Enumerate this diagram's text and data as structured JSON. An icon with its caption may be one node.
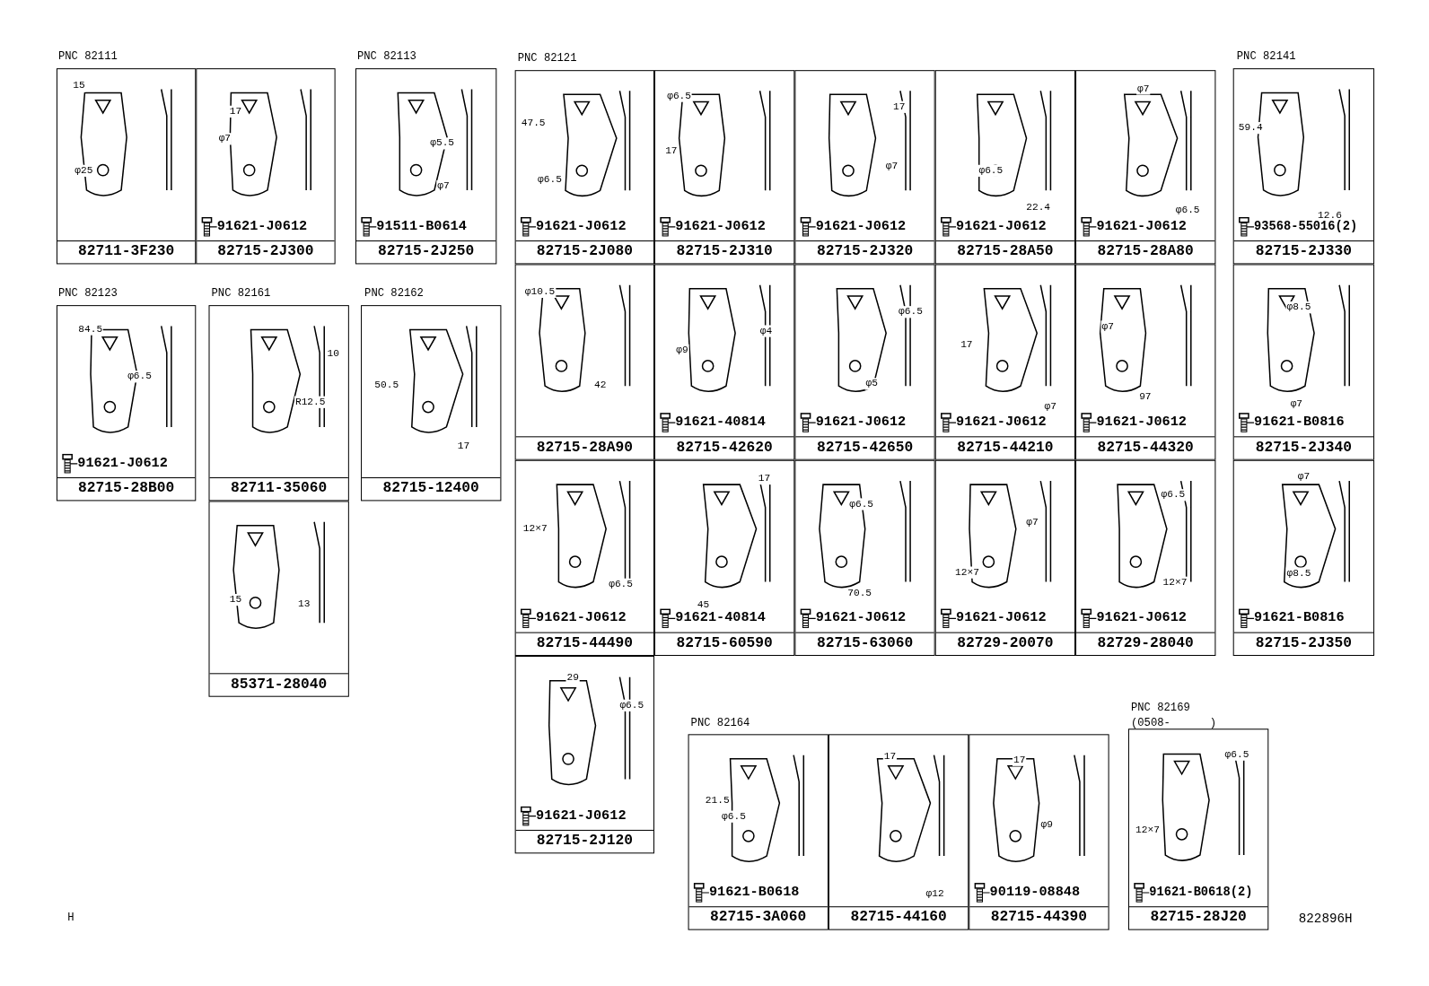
{
  "diagram": {
    "nodes": [
      {
        "text": [
          "15",
          "φ25",
          "82711-3F230"
        ]
      },
      {
        "text": [
          "17",
          "φ7",
          "91621-J0612",
          "82715-2J300"
        ]
      },
      {
        "text": [
          "φ5.5",
          "φ7",
          "91511-B0614",
          "82715-2J250"
        ]
      },
      {
        "text": [
          "47.5",
          "φ6.5",
          "91621-J0612",
          "82715-2J080"
        ]
      },
      {
        "text": [
          "φ6.5",
          "17",
          "91621-J0612",
          "82715-2J310"
        ]
      },
      {
        "text": [
          "17",
          "φ7",
          "91621-J0612",
          "82715-2J320"
        ]
      },
      {
        "text": [
          "φ6.5",
          "22.4",
          "91621-J0612",
          "82715-28A50"
        ]
      },
      {
        "text": [
          "φ7",
          "φ6.5",
          "91621-J0612",
          "82715-28A80"
        ]
      },
      {
        "text": [
          "59.4",
          "12.6",
          "93568-55016(2)",
          "82715-2J330"
        ]
      },
      {
        "text": [
          "84.5",
          "φ6.5",
          "91621-J0612",
          "82715-28B00"
        ]
      },
      {
        "text": [
          "10",
          "R12.5",
          "82711-35060"
        ]
      },
      {
        "text": [
          "50.5",
          "17",
          "82715-12400"
        ]
      },
      {
        "text": [
          "φ10.5",
          "42",
          "82715-28A90"
        ]
      },
      {
        "text": [
          "φ4",
          "φ9",
          "91621-40814",
          "82715-42620"
        ]
      },
      {
        "text": [
          "φ6.5",
          "φ5",
          "91621-J0612",
          "82715-42650"
        ]
      },
      {
        "text": [
          "17",
          "φ7",
          "91621-J0612",
          "82715-44210"
        ]
      },
      {
        "text": [
          "φ7",
          "97",
          "91621-J0612",
          "82715-44320"
        ]
      },
      {
        "text": [
          "φ8.5",
          "φ7",
          "91621-B0816",
          "82715-2J340"
        ]
      },
      {
        "text": [
          "12×7",
          "φ6.5",
          "91621-J0612",
          "82715-44490"
        ]
      },
      {
        "text": [
          "17",
          "45",
          "91621-40814",
          "82715-60590"
        ]
      },
      {
        "text": [
          "φ6.5",
          "70.5",
          "91621-J0612",
          "82715-63060"
        ]
      },
      {
        "text": [
          "φ7",
          "12×7",
          "91621-J0612",
          "82729-20070"
        ]
      },
      {
        "text": [
          "φ6.5",
          "12×7",
          "91621-J0612",
          "82729-28040"
        ]
      },
      {
        "text": [
          "φ7",
          "φ8.5",
          "91621-B0816",
          "82715-2J350"
        ]
      },
      {
        "text": [
          "15",
          "13",
          "85371-28040"
        ]
      },
      {
        "text": [
          "29",
          "φ6.5",
          "91621-J0612",
          "82715-2J120"
        ]
      },
      {
        "text": [
          "21.5",
          "φ6.5",
          "91621-B0618",
          "82715-3A060"
        ]
      },
      {
        "text": [
          "17",
          "φ12",
          "82715-44160"
        ]
      },
      {
        "text": [
          "17",
          "φ9",
          "90119-08848",
          "82715-44390"
        ]
      },
      {
        "text": [
          "φ6.5",
          "12×7",
          "91621-B0618(2)",
          "82715-28J20"
        ]
      }
    ],
    "labels": [
      "PNC 82111",
      "PNC 82113",
      "PNC 82121",
      "PNC 82141",
      "PNC 82123",
      "PNC 82161",
      "PNC 82162",
      "PNC 82164",
      "PNC 82169",
      "(0508-      )",
      "H",
      "822896H"
    ]
  }
}
